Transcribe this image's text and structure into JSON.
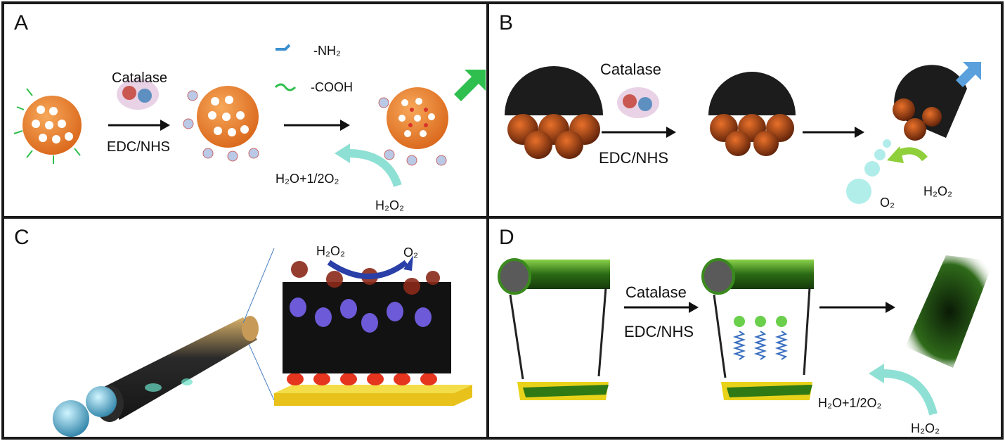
{
  "panels": {
    "a": {
      "letter": "A",
      "catalase": "Catalase",
      "reagent": "EDC/NHS",
      "legend_nh2": "-NH₂",
      "legend_cooh": "-COOH",
      "product": "H₂O+1/2O₂",
      "substrate": "H₂O₂"
    },
    "b": {
      "letter": "B",
      "catalase": "Catalase",
      "reagent": "EDC/NHS",
      "o2": "O₂",
      "substrate": "H₂O₂"
    },
    "c": {
      "letter": "C",
      "substrate": "H₂O₂",
      "o2": "O₂"
    },
    "d": {
      "letter": "D",
      "catalase": "Catalase",
      "reagent": "EDC/NHS",
      "product": "H₂O+1/2O₂",
      "substrate": "H₂O₂"
    }
  },
  "colors": {
    "orange": "#e8832a",
    "dark": "#1c1c1c",
    "green": "#2fbf4f",
    "cyan": "#8fe0d4",
    "tube_green": "#3a8a1e",
    "yellow": "#e8d21a",
    "blue_arrow": "#2a3fa8"
  }
}
